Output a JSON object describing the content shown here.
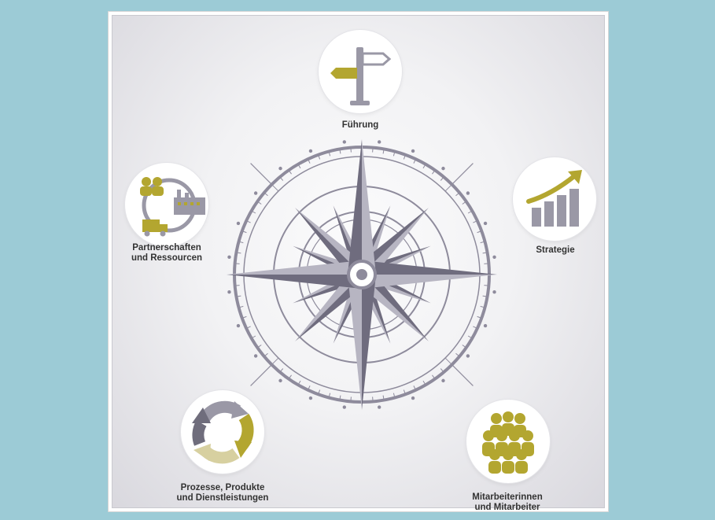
{
  "colors": {
    "background": "#9ccbd6",
    "gold": "#b3a630",
    "grey": "#9a98a6",
    "compass": "#8e8b9c"
  },
  "nodes": {
    "fuhrung": {
      "label": "Führung",
      "icon": "signpost-icon"
    },
    "strategie": {
      "label": "Strategie",
      "icon": "growth-chart-icon"
    },
    "partner": {
      "label": "Partnerschaften\nund Ressourcen",
      "icon": "partners-resources-icon"
    },
    "prozesse": {
      "label": "Prozesse, Produkte\nund Dienstleistungen",
      "icon": "cycle-arrows-icon"
    },
    "mitarbeiter": {
      "label": "Mitarbeiterinnen\nund Mitarbeiter",
      "icon": "people-group-icon"
    }
  }
}
